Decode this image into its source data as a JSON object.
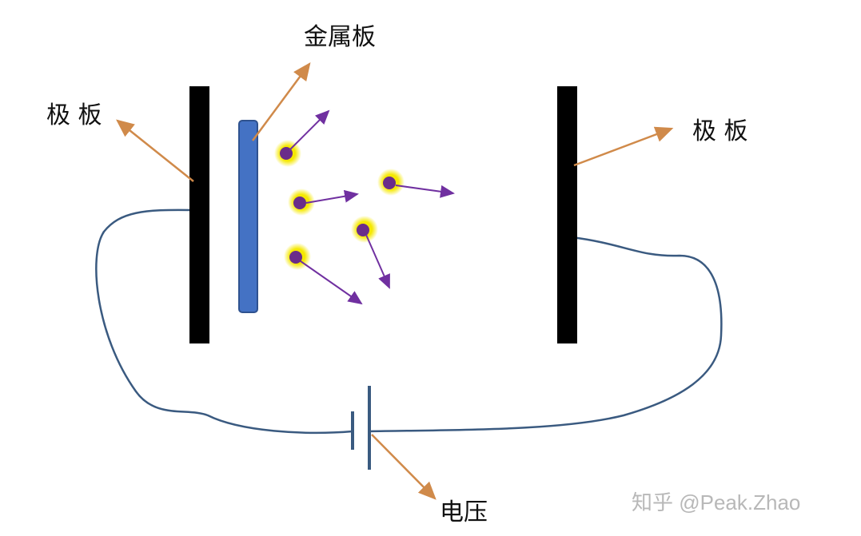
{
  "labels": {
    "metal_plate": "金属板",
    "left_electrode": "极 板",
    "right_electrode": "极 板",
    "voltage": "电压"
  },
  "watermark": "知乎 @Peak.Zhao",
  "colors": {
    "electrode": "#000000",
    "metal_plate": "#4472c4",
    "electron": "#6a2c8a",
    "electron_glow": "#f5e800",
    "electron_arrow": "#7030a0",
    "label_arrow": "#d08a4a",
    "wire": "#3a5a80"
  }
}
